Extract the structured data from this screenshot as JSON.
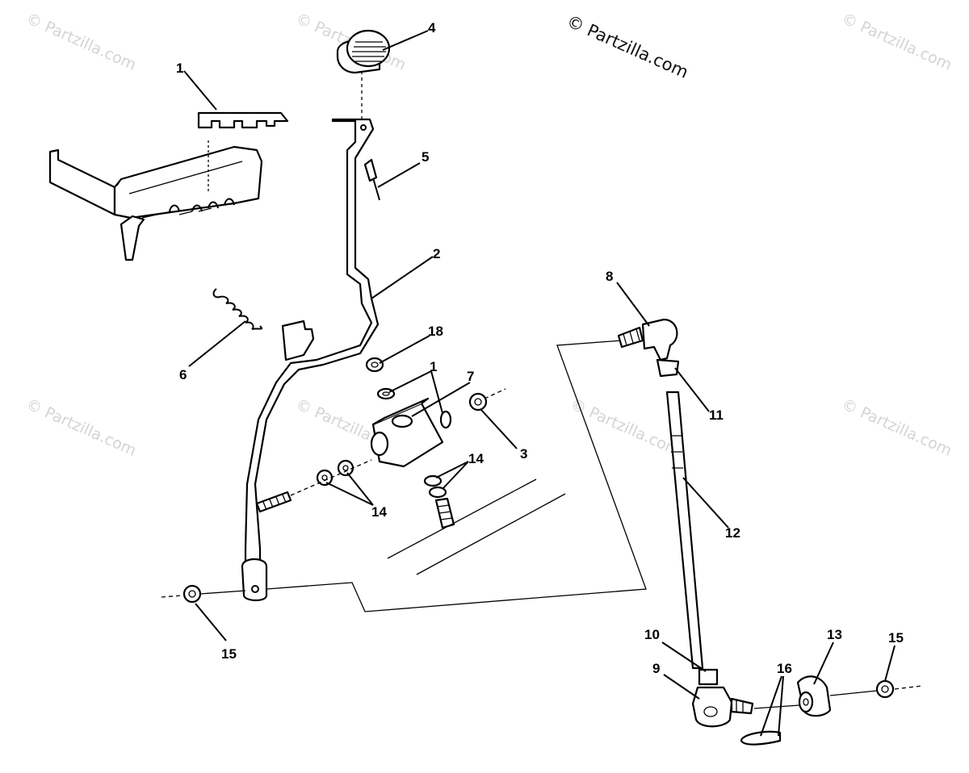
{
  "copyright": "© Partzilla.com",
  "watermark_text": "© Partzilla.com",
  "callouts": [
    "1",
    "2",
    "3",
    "4",
    "5",
    "6",
    "7",
    "8",
    "9",
    "10",
    "11",
    "12",
    "13",
    "14",
    "15",
    "16",
    "18"
  ]
}
